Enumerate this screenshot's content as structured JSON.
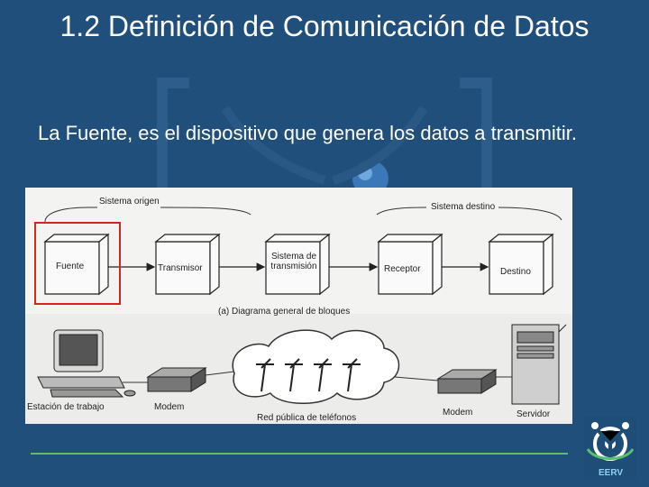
{
  "slide": {
    "title": "1.2 Definición de Comunicación de Datos",
    "body": "La Fuente, es el dispositivo que genera los datos a transmitir."
  },
  "diagram": {
    "sistema_origen": "Sistema origen",
    "sistema_destino": "Sistema destino",
    "blocks": [
      "Fuente",
      "Transmisor",
      "Sistema de transmisión",
      "Receptor",
      "Destino"
    ],
    "caption": "(a) Diagrama general de bloques",
    "estacion": "Estación de trabajo",
    "modem_left": "Modem",
    "red": "Red pública de teléfonos",
    "modem_right": "Modem",
    "servidor": "Servidor"
  },
  "logo": {
    "text": "EERV"
  },
  "colors": {
    "background": "#214f7c",
    "highlight": "#d9231d",
    "accent_line": "#58c06a"
  }
}
